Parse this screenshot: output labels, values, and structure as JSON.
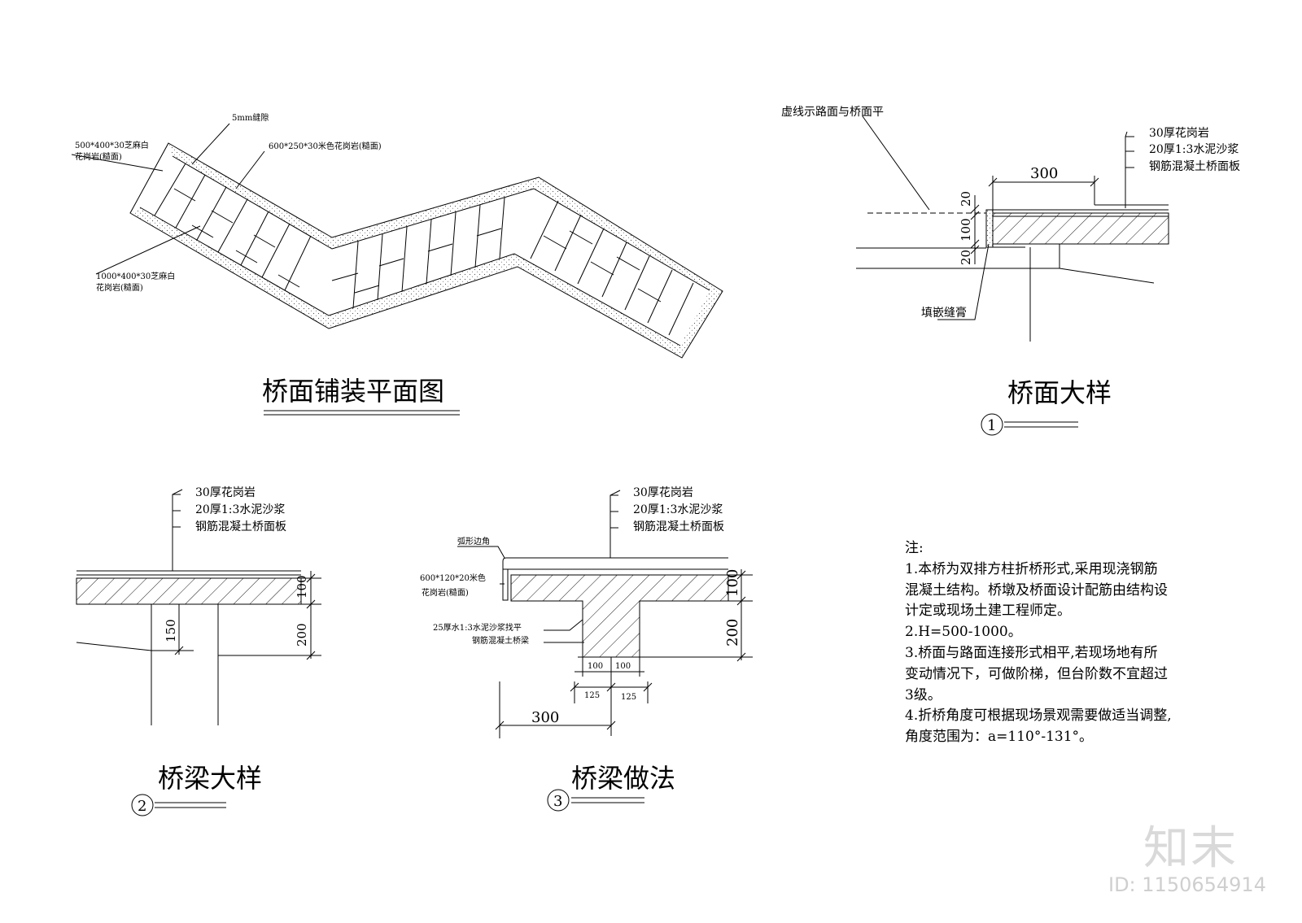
{
  "plan": {
    "title": "桥面铺装平面图",
    "labels": {
      "joint": "5mm缝隙",
      "stone_a_line1": "500*400*30芝麻白",
      "stone_a_line2": "花岗岩(糙面)",
      "stone_b": "600*250*30米色花岗岩(糙面)",
      "stone_c_line1": "1000*400*30芝麻白",
      "stone_c_line2": "花岗岩(糙面)"
    }
  },
  "detail1": {
    "title": "桥面大样",
    "number": "1",
    "label_dashed": "虚线示路面与桥面平",
    "layers": [
      "30厚花岗岩",
      "20厚1:3水泥沙浆",
      "钢筋混凝土桥面板"
    ],
    "label_filler": "填嵌缝膏",
    "dims": {
      "w300": "300",
      "d20a": "20",
      "d100": "100",
      "d20b": "20"
    }
  },
  "detail2": {
    "title": "桥梁大样",
    "number": "2",
    "layers": [
      "30厚花岗岩",
      "20厚1:3水泥沙浆",
      "钢筋混凝土桥面板"
    ],
    "dims": {
      "d100": "100",
      "d200": "200",
      "d150": "150"
    }
  },
  "detail3": {
    "title": "桥梁做法",
    "number": "3",
    "layers": [
      "30厚花岗岩",
      "20厚1:3水泥沙浆",
      "钢筋混凝土桥面板"
    ],
    "label_corner": "弧形边角",
    "label_edge_line1": "600*120*20米色",
    "label_edge_line2": "花岗岩(糙面)",
    "label_mortar": "25厚水1:3水泥沙浆找平",
    "label_beam": "钢筋混凝土桥梁",
    "dims": {
      "d100": "100",
      "d200": "200",
      "w100a": "100",
      "w100b": "100",
      "w125a": "125",
      "w125b": "125",
      "w300": "300"
    }
  },
  "notes": {
    "heading": "注:",
    "lines": [
      "1.本桥为双排方柱折桥形式,采用现浇钢筋",
      "混凝土结构。桥墩及桥面设计配筋由结构设",
      "计定或现场土建工程师定。",
      "2.H=500-1000。",
      "3.桥面与路面连接形式相平,若现场地有所",
      "变动情况下，可做阶梯，但台阶数不宜超过",
      "3级。",
      "4.折桥角度可根据现场景观需要做适当调整,",
      "角度范围为：a=110°-131°。"
    ]
  },
  "watermark": {
    "logo": "知末",
    "id": "ID: 1150654914"
  },
  "colors": {
    "line": "#000000",
    "stipple": "#555555",
    "watermark": "#d9d9d9"
  }
}
